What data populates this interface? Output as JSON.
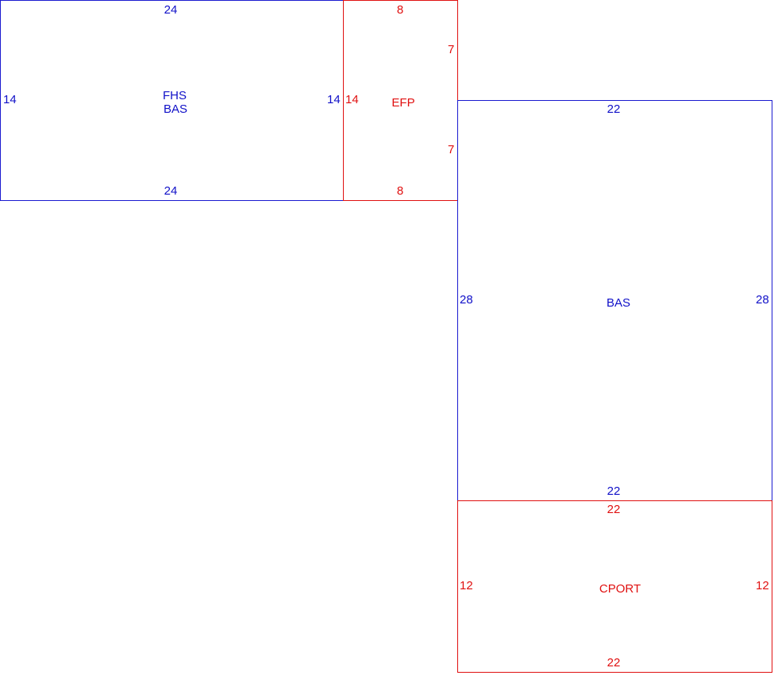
{
  "areas": {
    "fhs_bas": {
      "name_line1": "FHS",
      "name_line2": "BAS",
      "top": "24",
      "bottom": "24",
      "left": "14",
      "right": "14",
      "color": "#1a1ad0"
    },
    "efp": {
      "name": "EFP",
      "top": "8",
      "bottom": "8",
      "left": "14",
      "right_upper": "7",
      "right_lower": "7",
      "color": "#e01010"
    },
    "bas": {
      "name": "BAS",
      "top": "22",
      "bottom": "22",
      "left": "28",
      "right": "28",
      "color": "#1a1ad0"
    },
    "cport": {
      "name": "CPORT",
      "top": "22",
      "bottom": "22",
      "left": "12",
      "right": "12",
      "color": "#e01010"
    }
  }
}
